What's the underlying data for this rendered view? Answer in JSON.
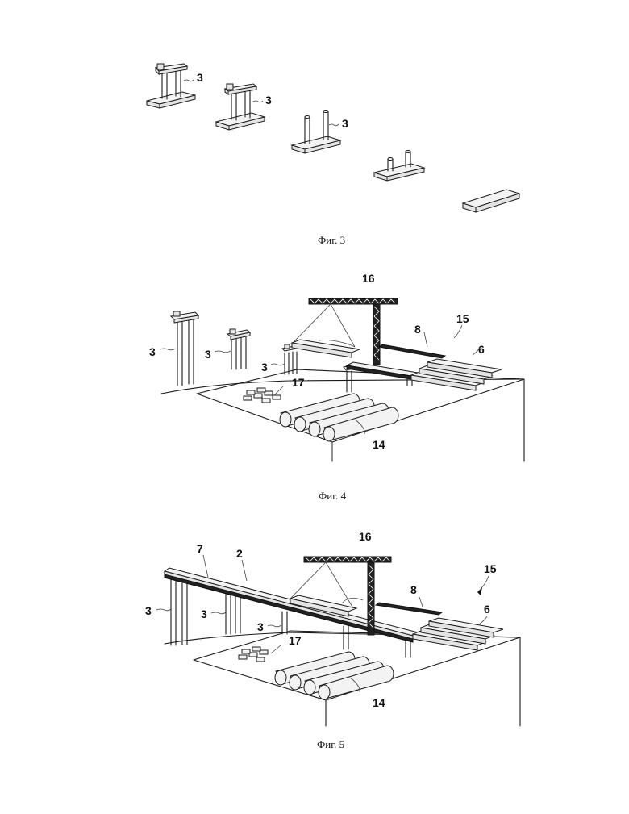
{
  "figures": [
    {
      "caption": "Фиг. 3",
      "labels": [
        "3",
        "3",
        "3"
      ]
    },
    {
      "caption": "Фиг. 4",
      "labels": [
        "16",
        "8",
        "15",
        "6",
        "3",
        "3",
        "3",
        "17",
        "14"
      ]
    },
    {
      "caption": "Фиг. 5",
      "labels": [
        "16",
        "7",
        "2",
        "15",
        "8",
        "6",
        "3",
        "3",
        "3",
        "17",
        "14"
      ]
    }
  ]
}
